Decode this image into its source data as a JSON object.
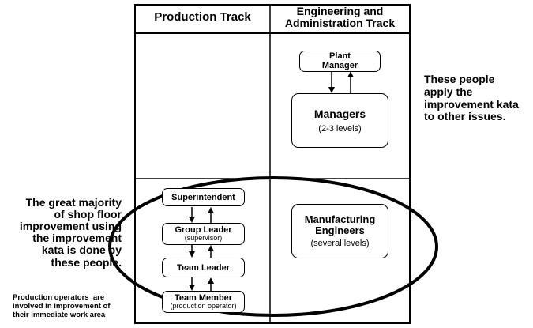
{
  "headers": {
    "production": "Production Track",
    "engineering_line1": "Engineering and",
    "engineering_line2": "Administration Track"
  },
  "boxes": {
    "plant_manager": {
      "line1": "Plant",
      "line2": "Manager"
    },
    "managers": {
      "title": "Managers",
      "sub": "(2-3 levels)"
    },
    "superintendent": {
      "title": "Superintendent"
    },
    "group_leader": {
      "title": "Group Leader",
      "sub": "(supervisor)"
    },
    "team_leader": {
      "title": "Team Leader"
    },
    "team_member": {
      "title": "Team Member",
      "sub": "(production operator)"
    },
    "manufacturing_engineers": {
      "line1": "Manufacturing",
      "line2": "Engineers",
      "sub": "(several levels)"
    }
  },
  "notes": {
    "right": [
      "These people",
      "apply the",
      "improvement kata",
      "to other issues."
    ],
    "left": [
      "The great majority",
      "of shop floor",
      "improvement using",
      "the improvement",
      "kata is done by",
      "these people."
    ],
    "bottom_left": [
      "Production operators  are",
      "involved in improvement of",
      "their immediate work area"
    ]
  }
}
